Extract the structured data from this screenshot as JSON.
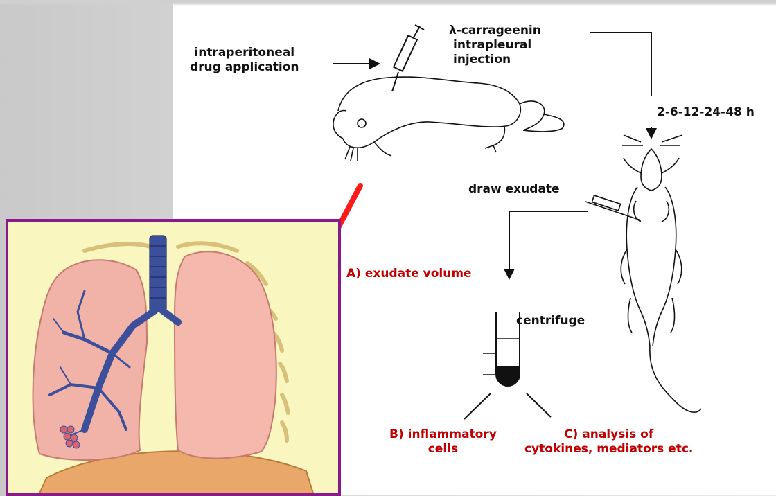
{
  "labels": {
    "drug_application": [
      "intraperitoneal",
      "drug application"
    ],
    "carrageenin": [
      "λ-carrageenin",
      "intrapleural",
      "injection"
    ],
    "timepoints": "2-6-12-24-48 h",
    "draw_exudate": "draw exudate",
    "exudate_volume": "A) exudate volume",
    "centrifuge": "centrifuge",
    "inflammatory_cells": [
      "B) inflammatory",
      "cells"
    ],
    "analysis": [
      "C) analysis of",
      "cytokines, mediators etc."
    ]
  },
  "colors": {
    "red_text": "#c00000",
    "arrow_red": "#ff1a1a",
    "lung_frame": "#8a1a8a",
    "lung_bg": "#f9f6c0",
    "lung_tissue": "#f1b2a8",
    "bronchi": "#3b4f9a"
  }
}
